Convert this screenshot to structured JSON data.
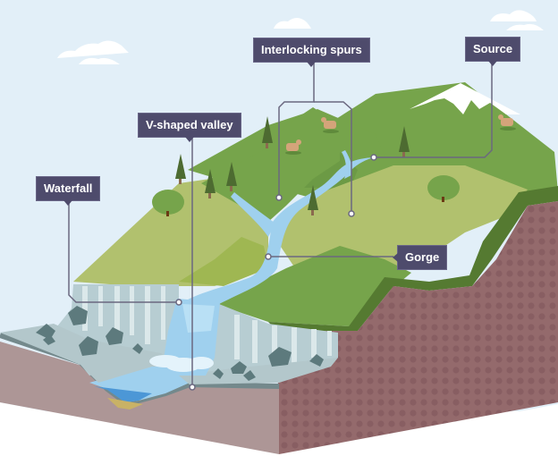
{
  "diagram": {
    "title": "Upper course of a river",
    "labels": [
      {
        "id": "waterfall",
        "text": "Waterfall"
      },
      {
        "id": "v-shaped-valley",
        "text": "V-shaped valley"
      },
      {
        "id": "interlocking-spurs",
        "text": "Interlocking spurs"
      },
      {
        "id": "source",
        "text": "Source"
      },
      {
        "id": "gorge",
        "text": "Gorge"
      }
    ],
    "colors": {
      "sky": "#e2eff8",
      "label_bg": "#4e4b6c",
      "leader_line": "#6b6880",
      "grass_dark": "#76a44b",
      "grass_mid": "#9fb752",
      "grass_light": "#b1c16e",
      "water": "#9fd0ee",
      "water_deep": "#4c97d6",
      "rock_layer": "#946a6c",
      "soil_front": "#ad9696",
      "cliff": "#b7cdd2",
      "snow": "#ffffff"
    }
  }
}
